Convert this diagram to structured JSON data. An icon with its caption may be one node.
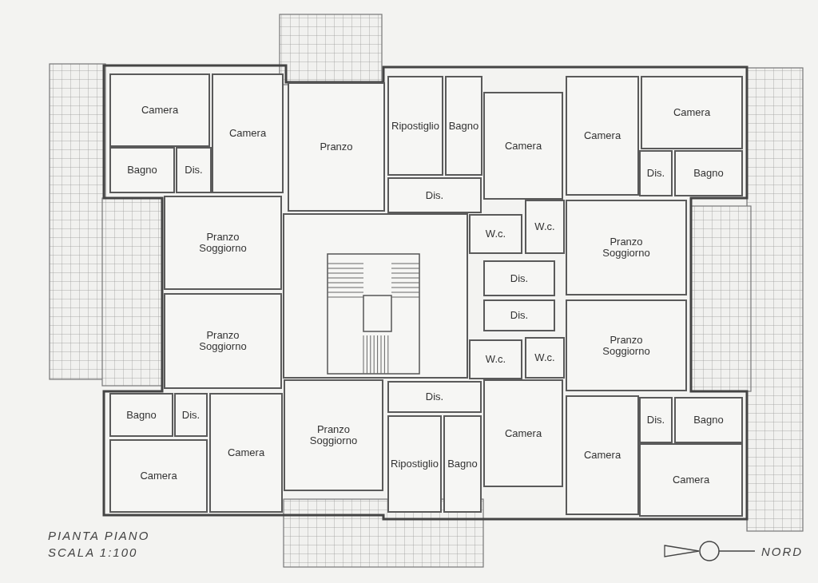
{
  "diagram": {
    "nodes": [
      {
        "text": [
          "Camera"
        ]
      },
      {
        "text": [
          "Camera"
        ]
      },
      {
        "text": [
          "Ripostiglio"
        ]
      },
      {
        "text": [
          "Bagno"
        ]
      },
      {
        "text": [
          "Camera"
        ]
      },
      {
        "text": [
          "Camera"
        ]
      },
      {
        "text": [
          "Camera"
        ]
      },
      {
        "text": [
          "Pranzo"
        ]
      },
      {
        "text": [
          "Bagno"
        ]
      },
      {
        "text": [
          "Dis."
        ]
      },
      {
        "text": [
          "Dis."
        ]
      },
      {
        "text": [
          "Bagno"
        ]
      },
      {
        "text": [
          "Dis."
        ]
      },
      {
        "text": [
          "Pranzo Soggiorno"
        ]
      },
      {
        "text": [
          "W.c."
        ]
      },
      {
        "text": [
          "W.c."
        ]
      },
      {
        "text": [
          "Pranzo Soggiorno"
        ]
      },
      {
        "text": [
          "Dis."
        ]
      },
      {
        "text": [
          "Dis."
        ]
      },
      {
        "text": [
          "Pranzo Soggiorno"
        ]
      },
      {
        "text": [
          "Pranzo Soggiorno"
        ]
      },
      {
        "text": [
          "W.c."
        ]
      },
      {
        "text": [
          "W.c."
        ]
      },
      {
        "text": [
          "Dis."
        ]
      },
      {
        "text": [
          "Bagno"
        ]
      },
      {
        "text": [
          "Dis."
        ]
      },
      {
        "text": [
          "Pranzo Soggiorno"
        ]
      },
      {
        "text": [
          "Camera"
        ]
      },
      {
        "text": [
          "Ripostiglio"
        ]
      },
      {
        "text": [
          "Bagno"
        ]
      },
      {
        "text": [
          "Camera"
        ]
      },
      {
        "text": [
          "Camera"
        ]
      },
      {
        "text": [
          "Dis."
        ]
      },
      {
        "text": [
          "Bagno"
        ]
      },
      {
        "text": [
          "Camera"
        ]
      },
      {
        "text": [
          "Camera"
        ]
      }
    ],
    "labels": [
      "PIANTA PIANO",
      "SCALA 1:100",
      "NORD"
    ]
  }
}
